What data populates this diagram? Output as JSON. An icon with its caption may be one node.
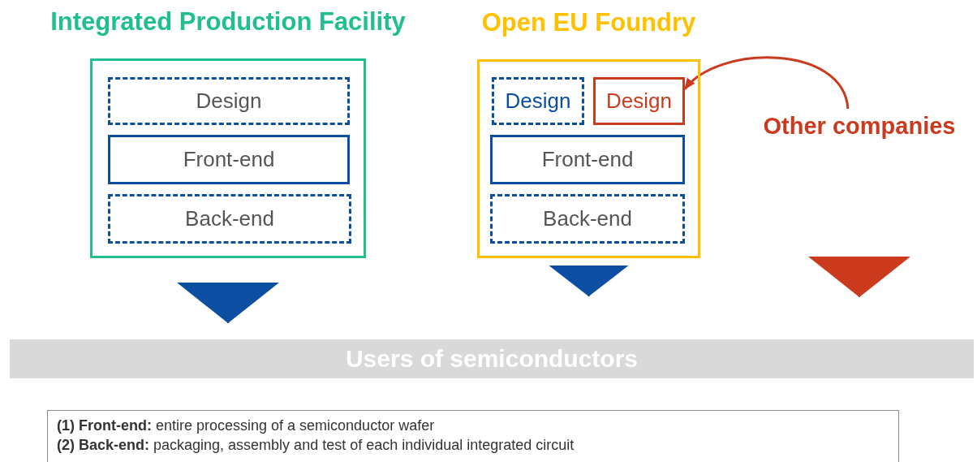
{
  "diagram": {
    "nodes": [
      {
        "text": [
          "Integrated Production Facility"
        ]
      },
      {
        "text": [
          "Design"
        ],
        "in": 0
      },
      {
        "text": [
          "Front-end"
        ],
        "in": 0
      },
      {
        "text": [
          "Back-end"
        ],
        "in": 0
      },
      {
        "text": [
          "Open EU Foundry"
        ]
      },
      {
        "text": [
          "Design"
        ],
        "in": 4
      },
      {
        "text": [
          "Design"
        ],
        "in": 4
      },
      {
        "text": [
          "Front-end"
        ],
        "in": 4
      },
      {
        "text": [
          "Back-end"
        ],
        "in": 4
      },
      {
        "text": [
          "Other companies"
        ]
      },
      {
        "text": [
          "Users of semiconductors"
        ]
      },
      {
        "text": [
          "**(1) Front-end:** entire processing of a semiconductor wafer",
          "**(2) Back-end:** packaging, assembly and test of each individual integrated circuit"
        ]
      }
    ],
    "edges": [
      {
        "from": 9,
        "to": 6,
        "arrow": "to",
        "color": "#cc3a1e"
      },
      {
        "from": 0,
        "to": 10,
        "arrow": "to",
        "color": "#0b4ea2"
      },
      {
        "from": 4,
        "to": 10,
        "arrow": "to",
        "color": "#0b4ea2"
      },
      {
        "from": 9,
        "to": 10,
        "arrow": "to",
        "color": "#cc3a1e"
      }
    ]
  }
}
